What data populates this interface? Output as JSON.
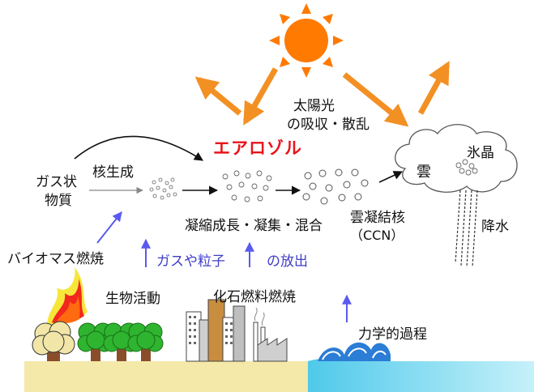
{
  "labels": {
    "aerosol": "エアロゾル",
    "solar_line1": "太陽光",
    "solar_line2": "の吸収・散乱",
    "gas_line1": "ガス状",
    "gas_line2": "物質",
    "nucleation": "核生成",
    "growth": "凝縮成長・凝集・混合",
    "ccn_line1": "雲凝結核",
    "ccn_line2": "（CCN）",
    "cloud": "雲",
    "ice": "氷晶",
    "precipitation": "降水",
    "biomass": "バイオマス燃焼",
    "emission_prefix": "ガスや粒子",
    "emission_suffix": "の放出",
    "biological": "生物活動",
    "fossil": "化石燃料燃焼",
    "mechanical": "力学的過程"
  },
  "icons": [
    "sun-icon",
    "cloud-icon",
    "fire-icon",
    "tree-icon",
    "factory-icon",
    "wave-icon"
  ],
  "colors": {
    "aerosol_red": "#e8141b",
    "emission_blue": "#3e3ec8",
    "sun_orange": "#ff7a00",
    "ground_yellow": "#f4e9a8",
    "sea_cyan": "#9fe4f3",
    "tree_green": "#2fb42f",
    "arrow_orange": "#f39024"
  }
}
